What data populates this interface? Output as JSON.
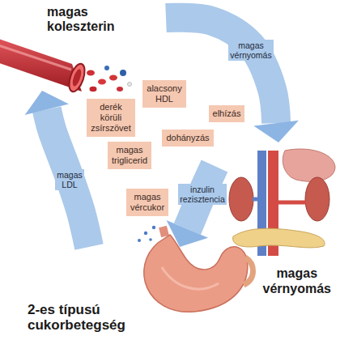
{
  "diagram": {
    "nodes": [
      {
        "text": [
          "magas koleszterin"
        ]
      },
      {
        "text": [
          "alacsony HDL"
        ]
      },
      {
        "text": [
          "derék körüli zsírszövet"
        ]
      },
      {
        "text": [
          "elhízás"
        ]
      },
      {
        "text": [
          "dohányzás"
        ]
      },
      {
        "text": [
          "magas triglicerid"
        ]
      },
      {
        "text": [
          "magas vércukor"
        ]
      },
      {
        "text": [
          "magas vérnyomás"
        ]
      },
      {
        "text": [
          "2-es típusú cukorbetegség"
        ]
      }
    ],
    "edges": [
      {
        "from": 0,
        "to": 7,
        "label": "magas vérnyomás",
        "arrow": "to"
      },
      {
        "from": 7,
        "to": 8,
        "label": "inzulin rezisztencia",
        "arrow": "to"
      },
      {
        "from": 8,
        "to": 0,
        "label": "magas LDL",
        "arrow": "to"
      }
    ]
  }
}
